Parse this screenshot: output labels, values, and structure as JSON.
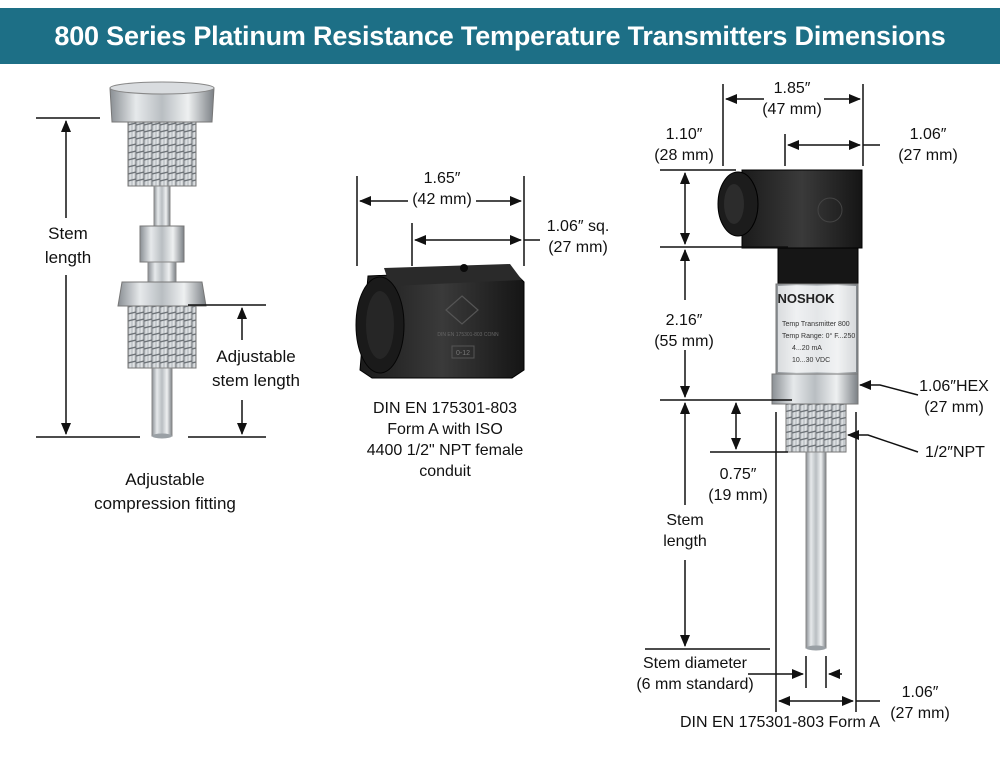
{
  "title": "800 Series Platinum Resistance Temperature Transmitters Dimensions",
  "fitting": {
    "stem_length_1": "Stem",
    "stem_length_2": "length",
    "adjustable_1": "Adjustable",
    "adjustable_2": "stem length",
    "caption_1": "Adjustable",
    "caption_2": "compression fitting"
  },
  "connector": {
    "width_in": "1.65″",
    "width_mm": "(42 mm)",
    "sq_in": "1.06″ sq.",
    "sq_mm": "(27 mm)",
    "logo_text": "DIN EN 175301-803 CONN",
    "code": "0-12",
    "caption_1": "DIN EN 175301-803",
    "caption_2": "Form A with ISO",
    "caption_3": "4400 1/2\" NPT female",
    "caption_4": "conduit"
  },
  "transmitter": {
    "brand": "NOSHOK",
    "label_line_1": "Temp Transmitter 800",
    "label_line_2": "Temp Range:  0° F...250",
    "label_line_3": "4...20 mA",
    "label_line_4": "10...30 VDC",
    "d185_in": "1.85″",
    "d185_mm": "(47 mm)",
    "d106a_in": "1.06″",
    "d106a_mm": "(27 mm)",
    "d110_in": "1.10″",
    "d110_mm": "(28 mm)",
    "d216_in": "2.16″",
    "d216_mm": "(55 mm)",
    "hex_in": "1.06″HEX",
    "hex_mm": "(27 mm)",
    "npt": "1/2″NPT",
    "d075_in": "0.75″",
    "d075_mm": "(19 mm)",
    "stem_1": "Stem",
    "stem_2": "length",
    "stem_dia_1": "Stem diameter",
    "stem_dia_2": "(6 mm standard)",
    "d106b_in": "1.06″",
    "d106b_mm": "(27 mm)",
    "caption": "DIN EN 175301-803 Form A"
  }
}
